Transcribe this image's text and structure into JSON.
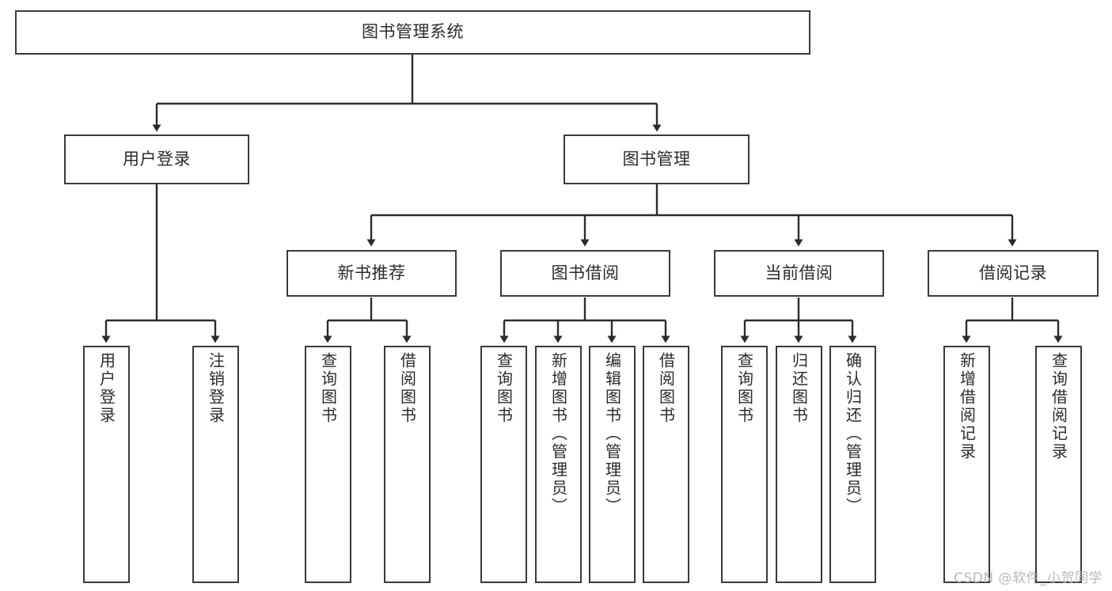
{
  "diagram": {
    "title": "图书管理系统",
    "type": "tree",
    "watermark": "CSDN @软件_小贺同学",
    "colors": {
      "node_border": "#3a3a3a",
      "node_fill": "#ffffff",
      "edge": "#2b2b2b",
      "text": "#2b2b2b",
      "watermark": "#b9b9b9",
      "background": "#ffffff"
    },
    "nodes": {
      "root": {
        "label": "图书管理系统"
      },
      "level2": [
        {
          "label": "用户登录"
        },
        {
          "label": "图书管理"
        }
      ],
      "level3": [
        {
          "label": "新书推荐"
        },
        {
          "label": "图书借阅"
        },
        {
          "label": "当前借阅"
        },
        {
          "label": "借阅记录"
        }
      ],
      "leaves_user_login": [
        {
          "label": "用户登录"
        },
        {
          "label": "注销登录"
        }
      ],
      "leaves_new_book": [
        {
          "label": "查询图书"
        },
        {
          "label": "借阅图书"
        }
      ],
      "leaves_borrow": [
        {
          "label": "查询图书"
        },
        {
          "label": "新增图书（管理员）"
        },
        {
          "label": "编辑图书（管理员）"
        },
        {
          "label": "借阅图书"
        }
      ],
      "leaves_current": [
        {
          "label": "查询图书"
        },
        {
          "label": "归还图书"
        },
        {
          "label": "确认归还（管理员）"
        }
      ],
      "leaves_records": [
        {
          "label": "新增借阅记录"
        },
        {
          "label": "查询借阅记录"
        }
      ]
    }
  }
}
